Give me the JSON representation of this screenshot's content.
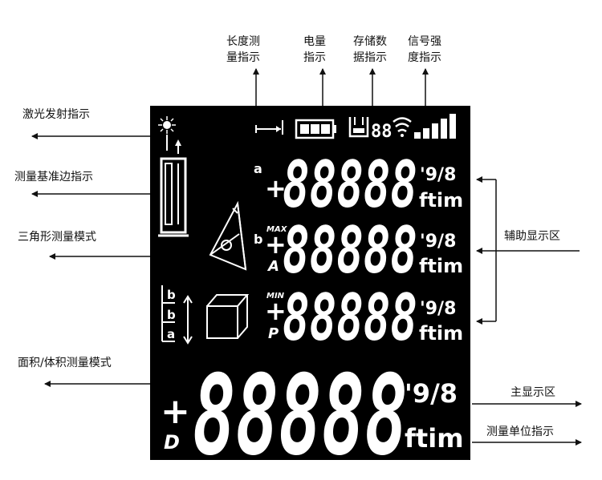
{
  "labels": {
    "top": [
      {
        "text": "长度测\n量指示"
      },
      {
        "text": "电量\n指示"
      },
      {
        "text": "存储数\n据指示"
      },
      {
        "text": "信号强\n度指示"
      }
    ],
    "left": [
      {
        "text": "激光发射指示"
      },
      {
        "text": "测量基准边指示"
      },
      {
        "text": "三角形测量模式"
      },
      {
        "text": "面积/体积测量模式"
      }
    ],
    "right": [
      {
        "text": "辅助显示区"
      },
      {
        "text": "主显示区"
      },
      {
        "text": "测量单位指示"
      }
    ]
  },
  "lcd": {
    "digits_sub": "88888",
    "digits_main": "88888",
    "unit_text": "ftim",
    "unit_frac": "'9/8",
    "mem_digits": "88",
    "row_prefix": [
      "a",
      "b",
      ""
    ],
    "row_tag": [
      "",
      "MAX",
      "MIN"
    ],
    "row_letter": [
      "",
      "A",
      "P"
    ],
    "main_letter": "D",
    "side_letters": [
      "b",
      "b",
      "a"
    ]
  }
}
